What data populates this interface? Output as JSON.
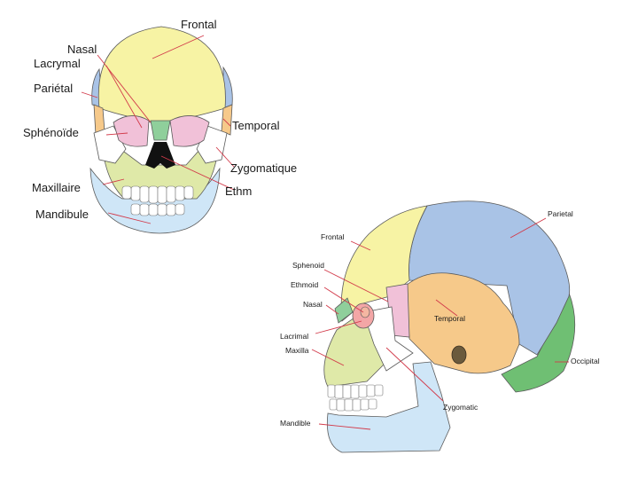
{
  "colors": {
    "frontal": "#f7f3a4",
    "parietal": "#a9c3e6",
    "temporal": "#f6c98a",
    "occipital": "#6fbf73",
    "sphenoid": "#f1c1d8",
    "maxilla": "#dfe9a8",
    "mandible": "#cfe6f7",
    "zygomatic": "#ffffff",
    "nasal": "#8fcf9b",
    "lacrimal": "#f3a6a6",
    "ethmoid": "#f4b7a2",
    "leader_line": "#d23a4a"
  },
  "front_view": {
    "labels": {
      "frontal": "Frontal",
      "nasal": "Nasal",
      "lacrymal": "Lacrymal",
      "parietal": "Pariétal",
      "sphenoide": "Sphénoïde",
      "temporal": "Temporal",
      "zygomatique": "Zygomatique",
      "ethmoide": "Ethm",
      "maxillaire": "Maxillaire",
      "mandibule": "Mandibule"
    }
  },
  "side_view": {
    "labels": {
      "parietal": "Parietal",
      "frontal": "Frontal",
      "sphenoid": "Sphenoid",
      "ethmoid": "Ethmoid",
      "nasal": "Nasal",
      "temporal": "Temporal",
      "lacrimal": "Lacrimal",
      "maxilla": "Maxilla",
      "occipital": "Occipital",
      "zygomatic": "Zygomatic",
      "mandible": "Mandible"
    }
  }
}
